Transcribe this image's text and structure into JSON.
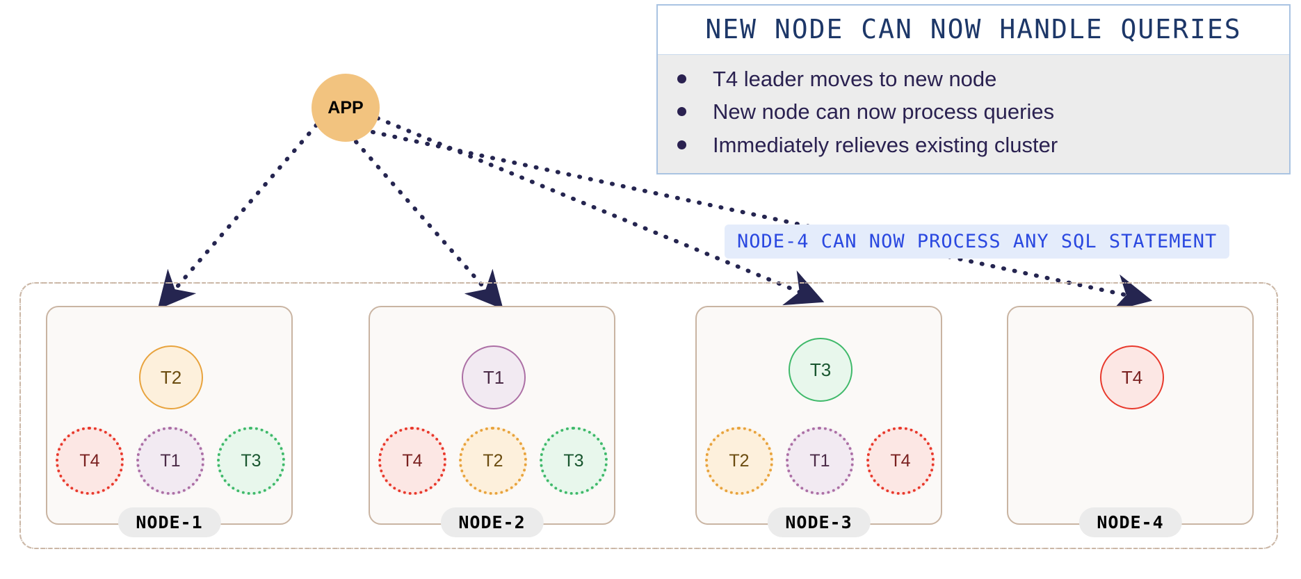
{
  "app": {
    "label": "APP",
    "color": "#f2c37f"
  },
  "info_box": {
    "title": "NEW NODE CAN NOW HANDLE QUERIES",
    "title_color": "#1d3768",
    "border_color": "#a9c3e2",
    "body_bg": "#ececec",
    "items": [
      "T4 leader moves to new node",
      "New node can now process queries",
      "Immediately relieves existing cluster"
    ]
  },
  "callout": {
    "text": "NODE-4 CAN NOW PROCESS ANY SQL STATEMENT",
    "text_color": "#2a48e0",
    "bg_color": "#e4ecfb"
  },
  "cluster": {
    "border_color": "#c9b4a2",
    "node_fill": "#fbf9f7",
    "nodes": [
      {
        "label": "NODE-1",
        "leader": {
          "label": "T2",
          "color": "orange"
        },
        "followers": [
          {
            "label": "T4",
            "color": "red"
          },
          {
            "label": "T1",
            "color": "purple"
          },
          {
            "label": "T3",
            "color": "green"
          }
        ]
      },
      {
        "label": "NODE-2",
        "leader": {
          "label": "T1",
          "color": "purple"
        },
        "followers": [
          {
            "label": "T4",
            "color": "red"
          },
          {
            "label": "T2",
            "color": "orange"
          },
          {
            "label": "T3",
            "color": "green"
          }
        ]
      },
      {
        "label": "NODE-3",
        "leader": {
          "label": "T3",
          "color": "green"
        },
        "followers": [
          {
            "label": "T2",
            "color": "orange"
          },
          {
            "label": "T1",
            "color": "purple"
          },
          {
            "label": "T4",
            "color": "red"
          }
        ]
      },
      {
        "label": "NODE-4",
        "leader": {
          "label": "T4",
          "color": "red"
        },
        "followers": []
      }
    ]
  },
  "arrows": {
    "color": "#252550",
    "style": "dotted",
    "count": 4
  },
  "palette": {
    "orange_border": "#e8a33d",
    "purple_border": "#ac6fa5",
    "green_border": "#3fb96a",
    "red_border": "#e8392c"
  }
}
